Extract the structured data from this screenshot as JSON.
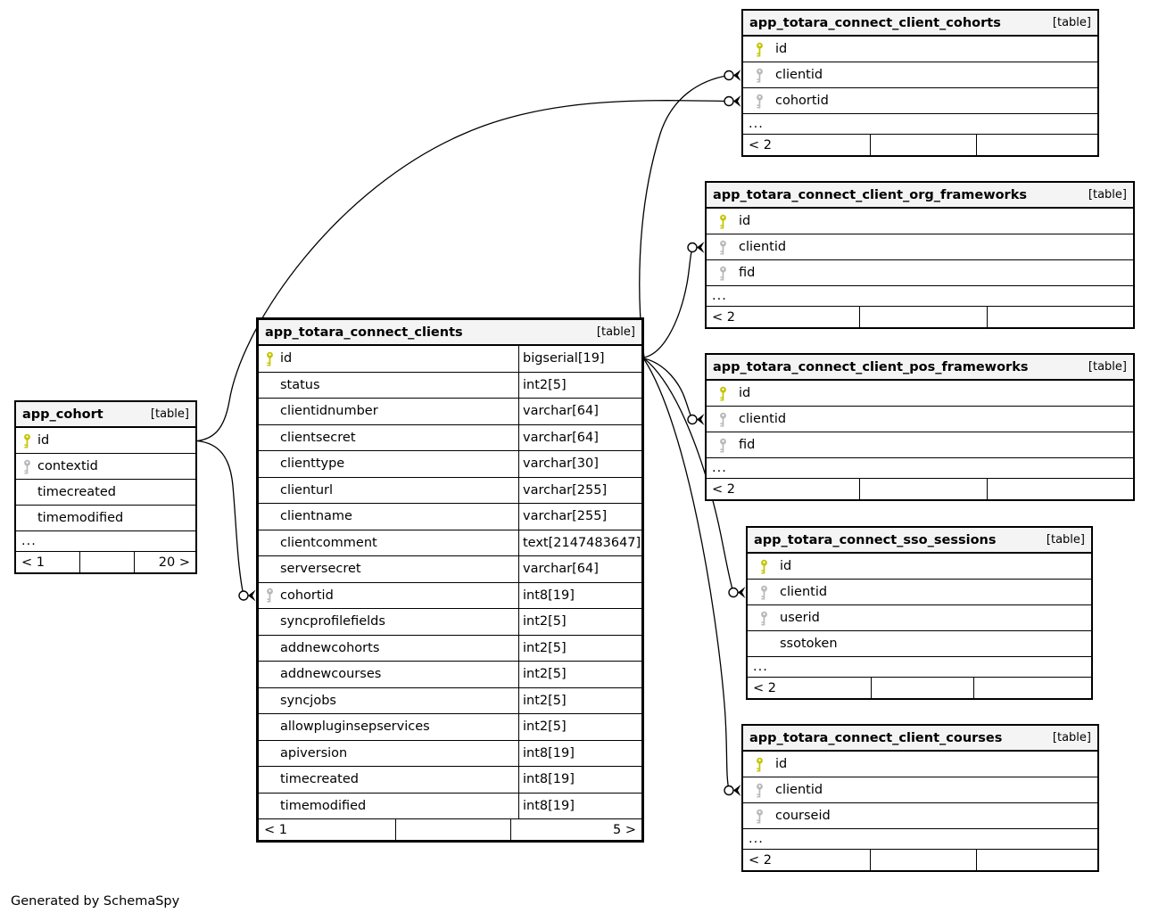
{
  "note": "Generated by SchemaSpy",
  "colors": {
    "pk_key": "#c4c400",
    "fk_key": "#b8b8b8",
    "header_bg": "#f4f4f4",
    "border": "#000000",
    "background": "#ffffff"
  },
  "tables": {
    "client_cohorts": {
      "name": "app_totara_connect_client_cohorts",
      "badge": "[table]",
      "columns": [
        {
          "name": "id",
          "key": "pk"
        },
        {
          "name": "clientid",
          "key": "fk"
        },
        {
          "name": "cohortid",
          "key": "fk"
        }
      ],
      "ellipsis": "...",
      "footer": {
        "prev": "< 2",
        "mid": "",
        "next": ""
      }
    },
    "org_frameworks": {
      "name": "app_totara_connect_client_org_frameworks",
      "badge": "[table]",
      "columns": [
        {
          "name": "id",
          "key": "pk"
        },
        {
          "name": "clientid",
          "key": "fk"
        },
        {
          "name": "fid",
          "key": "fk"
        }
      ],
      "ellipsis": "...",
      "footer": {
        "prev": "< 2",
        "mid": "",
        "next": ""
      }
    },
    "pos_frameworks": {
      "name": "app_totara_connect_client_pos_frameworks",
      "badge": "[table]",
      "columns": [
        {
          "name": "id",
          "key": "pk"
        },
        {
          "name": "clientid",
          "key": "fk"
        },
        {
          "name": "fid",
          "key": "fk"
        }
      ],
      "ellipsis": "...",
      "footer": {
        "prev": "< 2",
        "mid": "",
        "next": ""
      }
    },
    "sso_sessions": {
      "name": "app_totara_connect_sso_sessions",
      "badge": "[table]",
      "columns": [
        {
          "name": "id",
          "key": "pk"
        },
        {
          "name": "clientid",
          "key": "fk"
        },
        {
          "name": "userid",
          "key": "fk"
        },
        {
          "name": "ssotoken",
          "key": ""
        }
      ],
      "ellipsis": "...",
      "footer": {
        "prev": "< 2",
        "mid": "",
        "next": ""
      }
    },
    "client_courses": {
      "name": "app_totara_connect_client_courses",
      "badge": "[table]",
      "columns": [
        {
          "name": "id",
          "key": "pk"
        },
        {
          "name": "clientid",
          "key": "fk"
        },
        {
          "name": "courseid",
          "key": "fk"
        }
      ],
      "ellipsis": "...",
      "footer": {
        "prev": "< 2",
        "mid": "",
        "next": ""
      }
    },
    "clients": {
      "name": "app_totara_connect_clients",
      "badge": "[table]",
      "columns": [
        {
          "name": "id",
          "type": "bigserial[19]",
          "key": "pk"
        },
        {
          "name": "status",
          "type": "int2[5]",
          "key": ""
        },
        {
          "name": "clientidnumber",
          "type": "varchar[64]",
          "key": ""
        },
        {
          "name": "clientsecret",
          "type": "varchar[64]",
          "key": ""
        },
        {
          "name": "clienttype",
          "type": "varchar[30]",
          "key": ""
        },
        {
          "name": "clienturl",
          "type": "varchar[255]",
          "key": ""
        },
        {
          "name": "clientname",
          "type": "varchar[255]",
          "key": ""
        },
        {
          "name": "clientcomment",
          "type": "text[2147483647]",
          "key": ""
        },
        {
          "name": "serversecret",
          "type": "varchar[64]",
          "key": ""
        },
        {
          "name": "cohortid",
          "type": "int8[19]",
          "key": "fk"
        },
        {
          "name": "syncprofilefields",
          "type": "int2[5]",
          "key": ""
        },
        {
          "name": "addnewcohorts",
          "type": "int2[5]",
          "key": ""
        },
        {
          "name": "addnewcourses",
          "type": "int2[5]",
          "key": ""
        },
        {
          "name": "syncjobs",
          "type": "int2[5]",
          "key": ""
        },
        {
          "name": "allowpluginsepservices",
          "type": "int2[5]",
          "key": ""
        },
        {
          "name": "apiversion",
          "type": "int8[19]",
          "key": ""
        },
        {
          "name": "timecreated",
          "type": "int8[19]",
          "key": ""
        },
        {
          "name": "timemodified",
          "type": "int8[19]",
          "key": ""
        }
      ],
      "footer": {
        "prev": "< 1",
        "mid": "",
        "next": "5 >"
      }
    },
    "cohort": {
      "name": "app_cohort",
      "badge": "[table]",
      "columns": [
        {
          "name": "id",
          "key": "pk"
        },
        {
          "name": "contextid",
          "key": "fk"
        },
        {
          "name": "timecreated",
          "key": ""
        },
        {
          "name": "timemodified",
          "key": ""
        }
      ],
      "ellipsis": "...",
      "footer": {
        "prev": "< 1",
        "mid": "",
        "next": "20 >"
      }
    }
  },
  "relationships": [
    {
      "from": "app_cohort.id",
      "to": "app_totara_connect_clients.cohortid"
    },
    {
      "from": "app_cohort.id",
      "to": "app_totara_connect_client_cohorts.cohortid"
    },
    {
      "from": "app_totara_connect_clients.id",
      "to": "app_totara_connect_client_cohorts.clientid"
    },
    {
      "from": "app_totara_connect_clients.id",
      "to": "app_totara_connect_client_org_frameworks.clientid"
    },
    {
      "from": "app_totara_connect_clients.id",
      "to": "app_totara_connect_client_pos_frameworks.clientid"
    },
    {
      "from": "app_totara_connect_clients.id",
      "to": "app_totara_connect_sso_sessions.clientid"
    },
    {
      "from": "app_totara_connect_clients.id",
      "to": "app_totara_connect_client_courses.clientid"
    }
  ]
}
